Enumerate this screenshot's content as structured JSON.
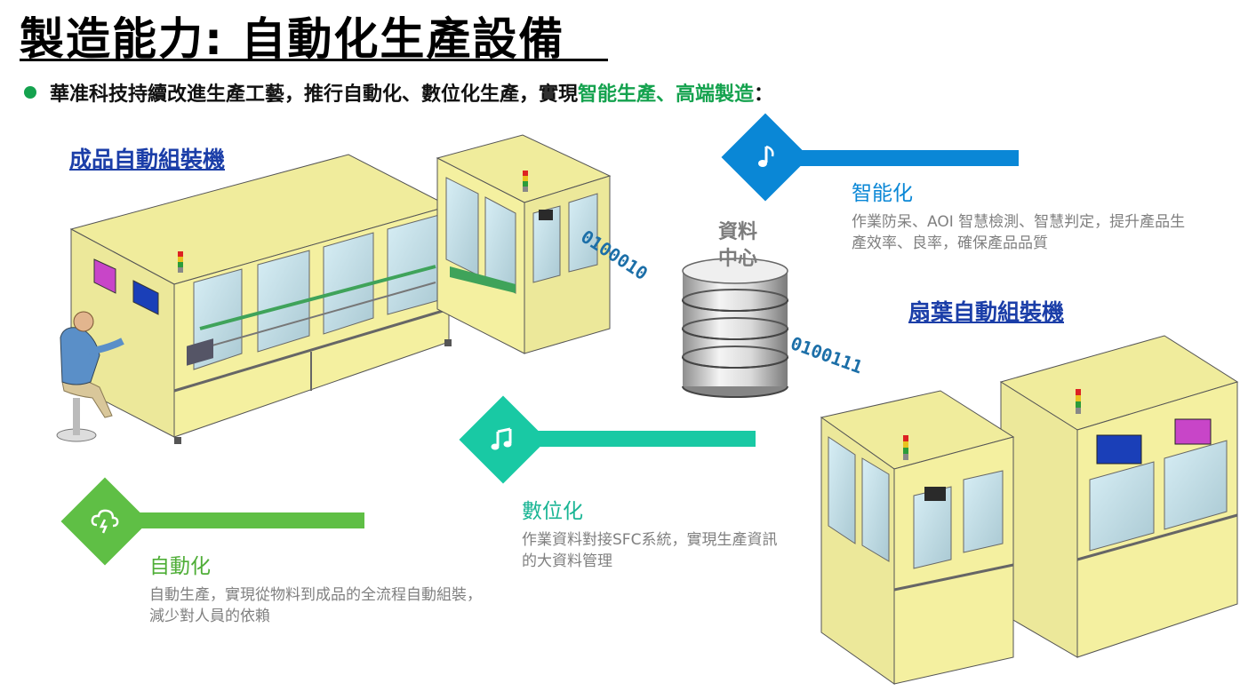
{
  "title": "製造能力: 自動化生產設備",
  "intro": {
    "text_before": "華准科技持續改進生產工藝，推行自動化、數位化生產，實現",
    "highlight": "智能生產、高端製造",
    "text_after": "："
  },
  "machines": {
    "finished_product": "成品自動組裝機",
    "fan_blade": "扇葉自動組裝機"
  },
  "data_center": {
    "line1": "資料",
    "line2": "中心"
  },
  "binary_streams": {
    "upper": "0100010",
    "lower": "0100111"
  },
  "features": {
    "intelligent": {
      "title": "智能化",
      "desc": "作業防呆、AOI 智慧檢測、智慧判定，提升產品生產效率、良率，確保產品品質",
      "color": "#0a87d6",
      "icon": "music-note-icon"
    },
    "digital": {
      "title": "數位化",
      "desc": "作業資料對接SFC系統，實現生產資訊的大資料管理",
      "color": "#19c9a4",
      "icon": "double-music-note-icon"
    },
    "automation": {
      "title": "自動化",
      "desc": "自動生產，實現從物料到成品的全流程自動組裝，減少對人員的依賴",
      "color": "#5fbf45",
      "icon": "cloud-lightning-icon"
    }
  },
  "colors": {
    "accent_green": "#14a24e",
    "label_blue": "#1b3ea8",
    "machine_yellow": "#f4f0a0"
  }
}
